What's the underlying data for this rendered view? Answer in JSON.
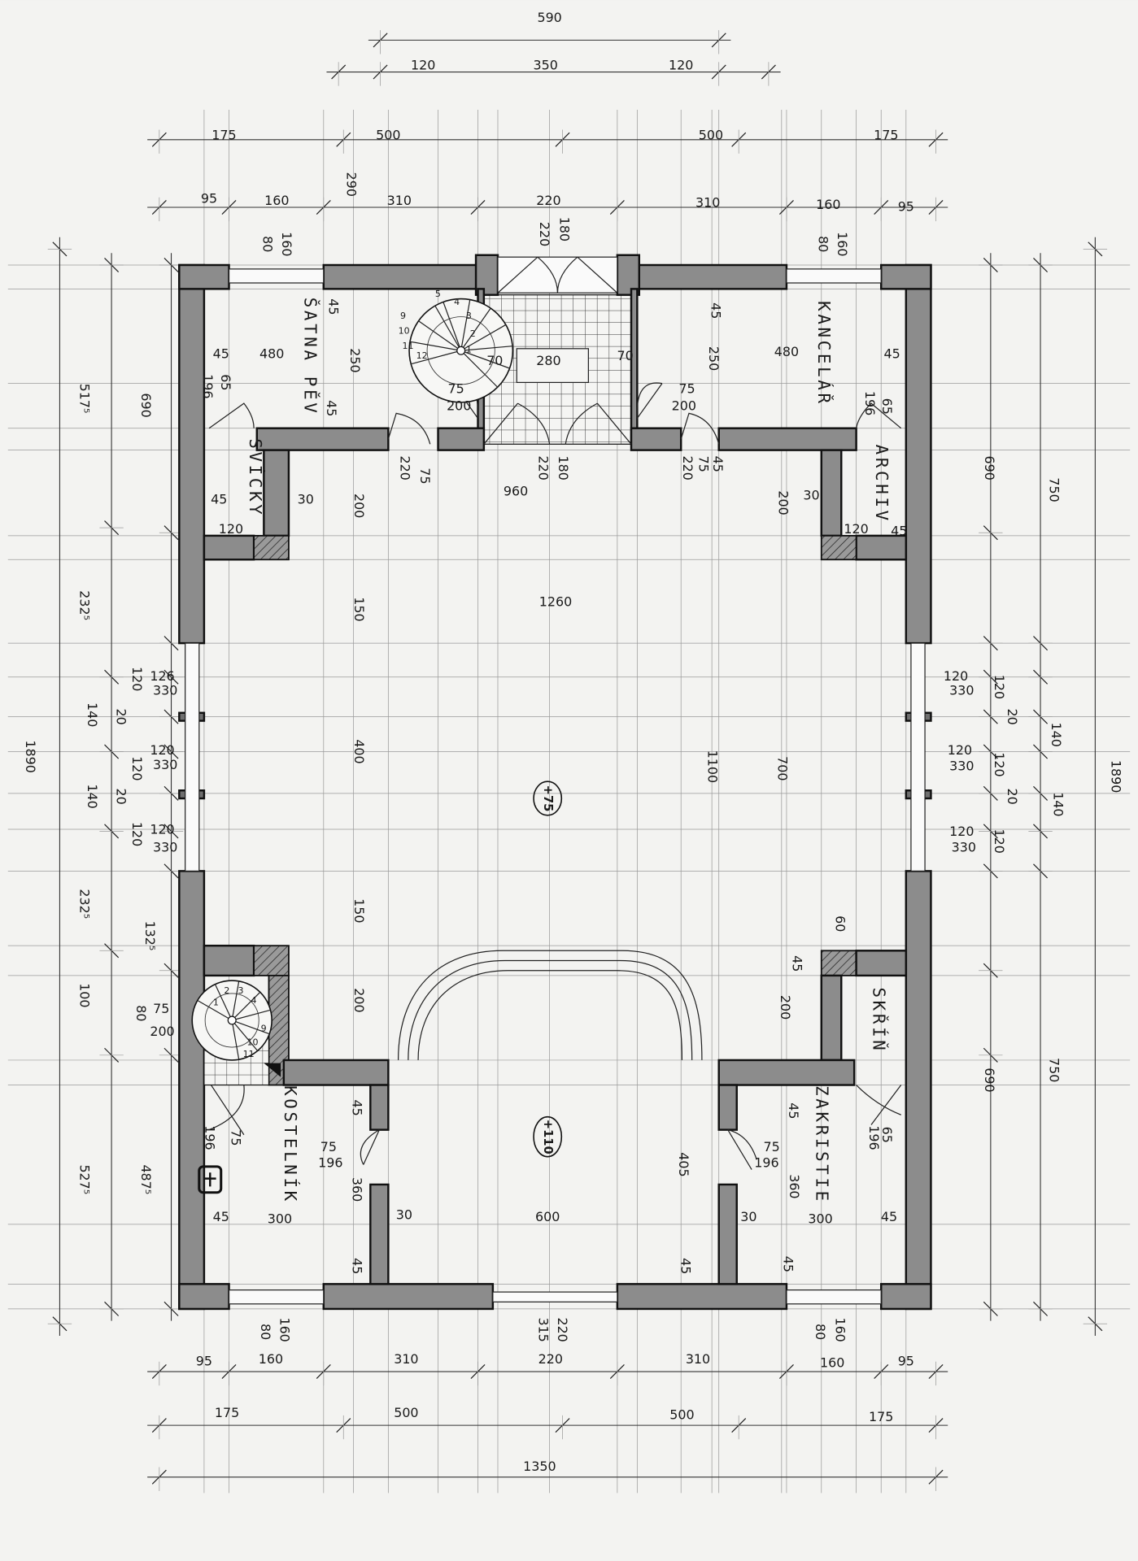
{
  "drawing": {
    "dimensions": [
      "590",
      "120",
      "350",
      "120",
      "175",
      "500",
      "500",
      "175",
      "290",
      "95",
      "160",
      "310",
      "220",
      "310",
      "160",
      "95",
      "180",
      "220",
      "80",
      "160",
      "80",
      "160",
      "517⁵",
      "690",
      "232⁵",
      "120",
      "126",
      "330",
      "140",
      "20",
      "120",
      "120",
      "330",
      "140",
      "20",
      "120",
      "120",
      "330",
      "1890",
      "232⁵",
      "132⁵",
      "100",
      "75",
      "80",
      "200",
      "527⁵",
      "487⁵",
      "690",
      "750",
      "1890",
      "120",
      "330",
      "120",
      "20",
      "140",
      "120",
      "330",
      "120",
      "20",
      "140",
      "120",
      "330",
      "120",
      "750",
      "690",
      "45",
      "45",
      "480",
      "250",
      "196",
      "65",
      "45",
      "75",
      "200",
      "70",
      "280",
      "70",
      "45",
      "250",
      "480",
      "45",
      "75",
      "200",
      "196",
      "65",
      "220",
      "75",
      "180",
      "220",
      "960",
      "45",
      "75",
      "220",
      "45",
      "120",
      "30",
      "200",
      "200",
      "30",
      "120",
      "45",
      "1260",
      "150",
      "400",
      "1100",
      "700",
      "150",
      "200",
      "60",
      "45",
      "200",
      "45",
      "75",
      "196",
      "75",
      "196",
      "360",
      "45",
      "300",
      "30",
      "600",
      "405",
      "45",
      "75",
      "196",
      "360",
      "65",
      "196",
      "30",
      "300",
      "45",
      "45",
      "45",
      "45",
      "80",
      "160",
      "315",
      "220",
      "80",
      "160",
      "95",
      "160",
      "310",
      "220",
      "310",
      "160",
      "95",
      "175",
      "500",
      "500",
      "175",
      "1350"
    ],
    "rooms": [
      "ŠATNA PĚV",
      "SVÍCKY",
      "KANCELÁŘ",
      "ARCHIV",
      "SKŘÍŇ",
      "KOSTELNÍK",
      "ZAKRISTIE"
    ],
    "levels": [
      "+75",
      "+110"
    ],
    "stair_upper_steps": [
      "1",
      "2",
      "3",
      "4",
      "5",
      "9",
      "10",
      "11",
      "12"
    ],
    "stair_lower_steps": [
      "1",
      "2",
      "3",
      "4",
      "9",
      "10",
      "11"
    ]
  },
  "colors": {
    "paper": "#f3f3f1",
    "wall": "#8c8c8c",
    "ink": "#1a1a1a"
  }
}
